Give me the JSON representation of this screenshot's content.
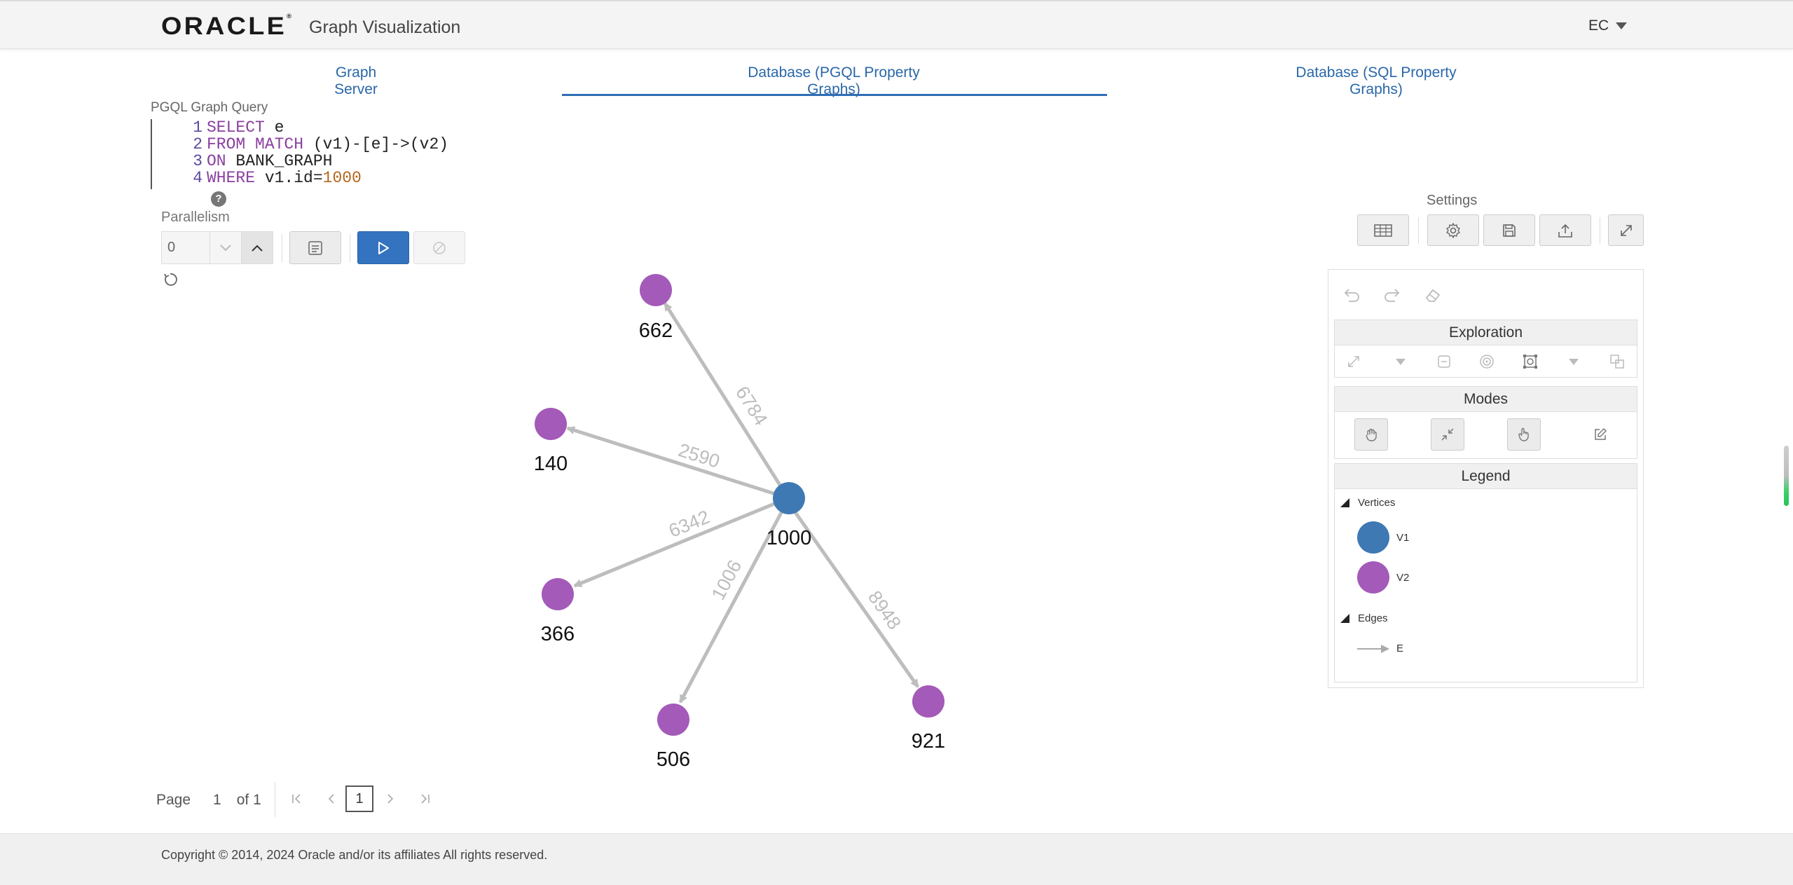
{
  "header": {
    "logo_text": "ORACLE",
    "logo_mark": "®",
    "title": "Graph Visualization",
    "user": "EC"
  },
  "tabs": [
    {
      "label": "Graph Server",
      "active": false
    },
    {
      "label": "Database (PGQL Property Graphs)",
      "active": true
    },
    {
      "label": "Database (SQL Property Graphs)",
      "active": false
    }
  ],
  "query": {
    "label": "PGQL Graph Query",
    "lines": [
      {
        "n": "1",
        "kw": "SELECT",
        "rest": " e"
      },
      {
        "n": "2",
        "kw": "FROM MATCH",
        "rest": " (v1)-[e]->(v2)"
      },
      {
        "n": "3",
        "kw": "ON",
        "rest": " BANK_GRAPH"
      },
      {
        "n": "4",
        "kw": "WHERE",
        "rest": " v1.id=",
        "num": "1000"
      }
    ],
    "help": "?"
  },
  "parallelism": {
    "label": "Parallelism",
    "value": "0"
  },
  "settings": {
    "label": "Settings"
  },
  "sections": {
    "exploration": "Exploration",
    "modes": "Modes",
    "legend": "Legend"
  },
  "legend": {
    "vertices_label": "Vertices",
    "edges_label": "Edges",
    "items": [
      {
        "label": "V1",
        "color": "#3e79b4"
      },
      {
        "label": "V2",
        "color": "#a35ab8"
      }
    ],
    "edge_item": "E"
  },
  "graph": {
    "center": {
      "id": "1000",
      "color": "#3e79b4"
    },
    "nodes": [
      {
        "id": "662",
        "edge": "6784"
      },
      {
        "id": "140",
        "edge": "2590"
      },
      {
        "id": "366",
        "edge": "6342"
      },
      {
        "id": "506",
        "edge": "1006"
      },
      {
        "id": "921",
        "edge": "8948"
      }
    ],
    "node_color": "#a35ab8"
  },
  "pagination": {
    "page_label": "Page",
    "page": "1",
    "of_label": "of 1",
    "current": "1"
  },
  "footer": {
    "copyright": "Copyright © 2014, 2024 Oracle and/or its affiliates All rights reserved."
  }
}
